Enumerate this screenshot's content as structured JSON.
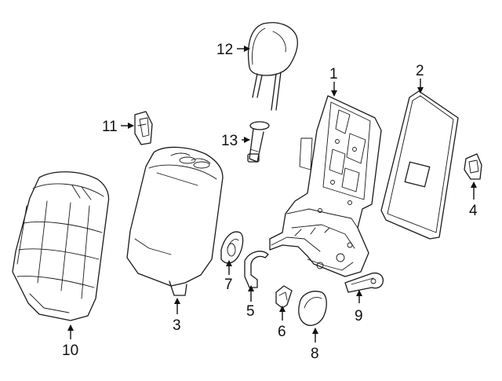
{
  "diagram": {
    "background": "#ffffff",
    "line_color": "#1a1a1a",
    "callouts": [
      {
        "id": "1",
        "label": "1"
      },
      {
        "id": "2",
        "label": "2"
      },
      {
        "id": "3",
        "label": "3"
      },
      {
        "id": "4",
        "label": "4"
      },
      {
        "id": "5",
        "label": "5"
      },
      {
        "id": "6",
        "label": "6"
      },
      {
        "id": "7",
        "label": "7"
      },
      {
        "id": "8",
        "label": "8"
      },
      {
        "id": "9",
        "label": "9"
      },
      {
        "id": "10",
        "label": "10"
      },
      {
        "id": "11",
        "label": "11"
      },
      {
        "id": "12",
        "label": "12"
      },
      {
        "id": "13",
        "label": "13"
      }
    ]
  }
}
